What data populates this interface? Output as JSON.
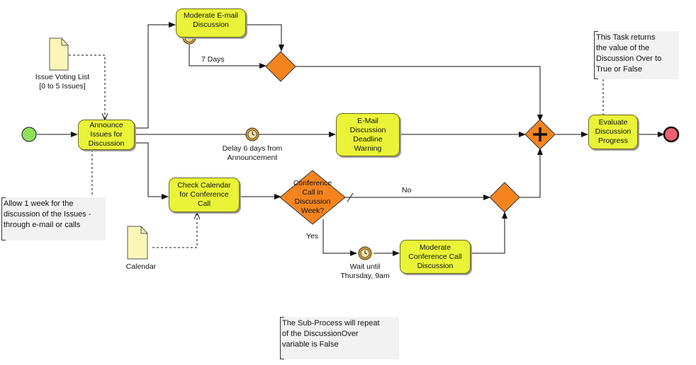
{
  "tasks": {
    "moderate_email": "Moderate E-mail\nDiscussion",
    "announce": "Announce\nIssues for\nDiscussion",
    "email_warning": "E-Mail\nDiscussion\nDeadline\nWarning",
    "check_calendar": "Check Calendar\nfor Conference\nCall",
    "moderate_call": "Moderate\nConference Call\nDiscussion",
    "evaluate": "Evaluate\nDiscussion\nProgress"
  },
  "data_objects": {
    "issue_voting_list": "Issue Voting List\n[0 to 5 Issues]",
    "calendar": "Calendar"
  },
  "gateway": {
    "conference_call_question": "Conference\nCall in\nDiscussion\nWeek?"
  },
  "flow_labels": {
    "seven_days": "7 Days",
    "delay_six_days": "Delay 6 days from\nAnnouncement",
    "no": "No",
    "yes": "Yes",
    "wait_until": "Wait until\nThursday, 9am"
  },
  "annotations": {
    "allow_week": "Allow 1 week for the\ndiscussion of the Issues -\nthrough e-mail or calls",
    "task_returns": "This Task returns\nthe value of the\nDiscussion Over to\nTrue or False",
    "sub_process_repeat": "The Sub-Process will repeat\nof the DiscussionOver\nvariable is False"
  },
  "colors": {
    "task_fill": "#eaf337",
    "gateway_fill": "#f5841f",
    "start_event": "#8fe05a",
    "end_event": "#f06070",
    "timer_fill": "#d9a02a",
    "document_fill": "#fbf6b8"
  }
}
